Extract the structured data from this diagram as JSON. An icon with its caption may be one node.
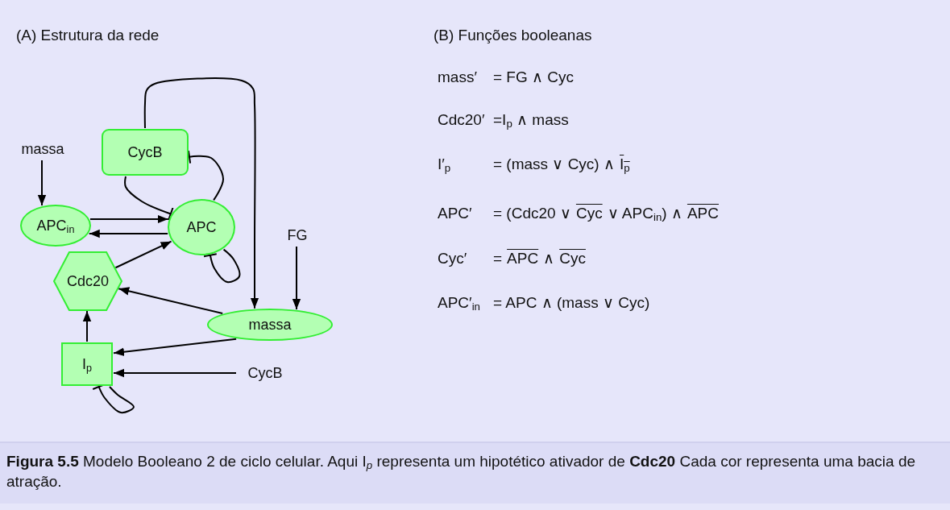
{
  "diagram": {
    "nodes": [
      {
        "text": [
          "CycB"
        ]
      },
      {
        "text": [
          "massa"
        ]
      },
      {
        "text": [
          "APC$_{in}$"
        ]
      },
      {
        "text": [
          "APC"
        ]
      },
      {
        "text": [
          "FG"
        ]
      },
      {
        "text": [
          "Cdc20"
        ]
      },
      {
        "text": [
          "massa"
        ]
      },
      {
        "text": [
          "I$_{p}$"
        ]
      },
      {
        "text": [
          "CycB"
        ]
      }
    ],
    "edges": [
      {
        "from": 0,
        "to": 6,
        "arrow": "to"
      },
      {
        "from": 0,
        "to": 3,
        "arrow": "other"
      },
      {
        "from": 3,
        "to": 0,
        "arrow": "other"
      },
      {
        "from": 1,
        "to": 2,
        "arrow": "to"
      },
      {
        "from": 2,
        "to": 3,
        "arrow": "to"
      },
      {
        "from": 3,
        "to": 2,
        "arrow": "to"
      },
      {
        "from": 3,
        "to": 3,
        "arrow": "other"
      },
      {
        "from": 5,
        "to": 3,
        "arrow": "to"
      },
      {
        "from": 4,
        "to": 6,
        "arrow": "to"
      },
      {
        "from": 6,
        "to": 5,
        "arrow": "to"
      },
      {
        "from": 6,
        "to": 7,
        "arrow": "to"
      },
      {
        "from": 7,
        "to": 5,
        "arrow": "to"
      },
      {
        "from": 8,
        "to": 7,
        "arrow": "to"
      },
      {
        "from": 7,
        "to": 7,
        "arrow": "other"
      }
    ],
    "labels": [
      "(A) Estrutura da rede",
      "(B) Funções booleanas",
      "mass′",
      "= FG ∧ Cyc",
      "Cdc20′",
      "=I$_{p}$ ∧ mass",
      "I′$_{p}$",
      "= (mass ∨ Cyc) ∧",
      "I$_{p}$",
      "APC′",
      "= (Cdc20 ∨",
      "Cyc",
      "∨ APC$_{in}$) ∧",
      "APC",
      "Cyc′",
      "=",
      "APC",
      "∧",
      "Cyc",
      "APC′$_{in}$",
      "= APC ∧ (mass ∨ Cyc)"
    ],
    "caption": "**Figura 5.5** Modelo Booleano 2 de ciclo celular. Aqui I$_{p}$ representa um hipotético ativador de **Cdc20** Cada cor representa uma bacia de atração."
  }
}
